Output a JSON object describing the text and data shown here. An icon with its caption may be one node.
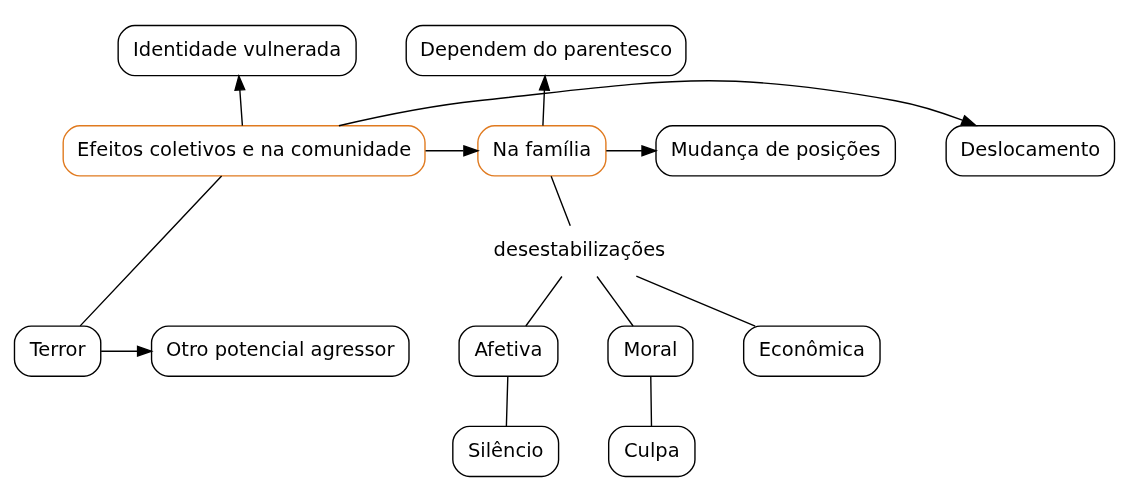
{
  "diagram": {
    "nodes": [
      {
        "text": [
          "Dependem do parentesco"
        ]
      },
      {
        "text": [
          "Identidade vulnerada"
        ]
      },
      {
        "text": [
          "Mudança de posições"
        ]
      },
      {
        "text": [
          "Na família"
        ]
      },
      {
        "text": [
          "Efeitos coletivos e na comunidade"
        ]
      },
      {
        "text": [
          "Deslocamento"
        ]
      },
      {
        "text": [
          "desestabilizações"
        ]
      },
      {
        "text": [
          "Moral"
        ]
      },
      {
        "text": [
          "Econômica"
        ]
      },
      {
        "text": [
          "Afetiva"
        ]
      },
      {
        "text": [
          "Terror"
        ]
      },
      {
        "text": [
          "Otro potencial agressor"
        ]
      },
      {
        "text": [
          "Culpa"
        ]
      },
      {
        "text": [
          "Silêncio"
        ]
      }
    ],
    "edges": [
      {
        "from": 3,
        "to": 0,
        "arrow": "to"
      },
      {
        "from": 4,
        "to": 1,
        "arrow": "to"
      },
      {
        "from": 3,
        "to": 2,
        "arrow": "to"
      },
      {
        "from": 4,
        "to": 3,
        "arrow": "to"
      },
      {
        "from": 4,
        "to": 5,
        "arrow": "to"
      },
      {
        "from": 3,
        "to": 6,
        "arrow": "none"
      },
      {
        "from": 6,
        "to": 7,
        "arrow": "none"
      },
      {
        "from": 6,
        "to": 8,
        "arrow": "none"
      },
      {
        "from": 6,
        "to": 9,
        "arrow": "none"
      },
      {
        "from": 4,
        "to": 10,
        "arrow": "none"
      },
      {
        "from": 10,
        "to": 11,
        "arrow": "to"
      },
      {
        "from": 7,
        "to": 12,
        "arrow": "none"
      },
      {
        "from": 9,
        "to": 13,
        "arrow": "none"
      }
    ]
  }
}
